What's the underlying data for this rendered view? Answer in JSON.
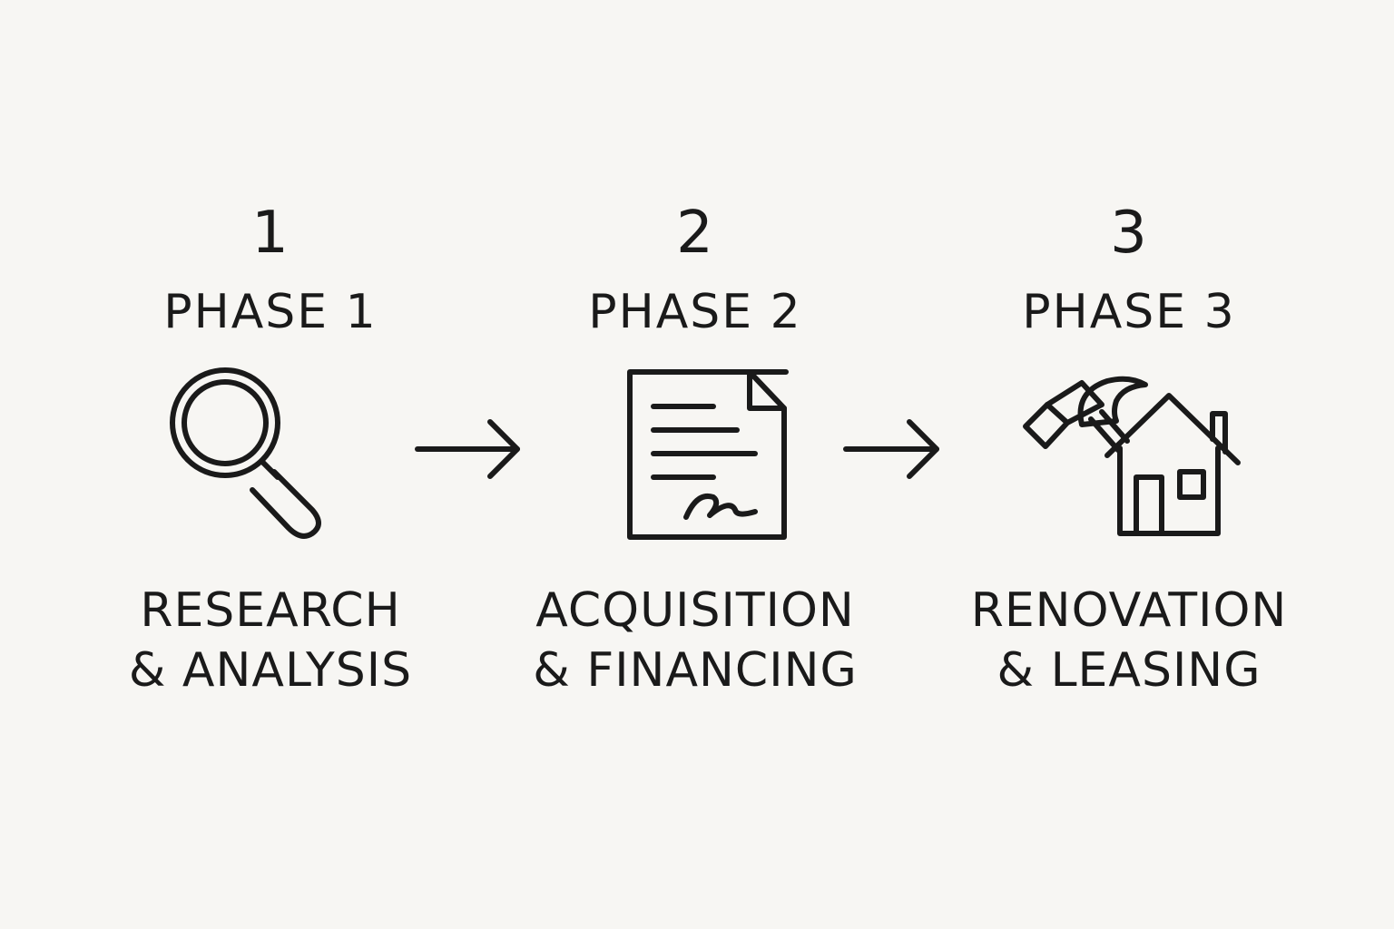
{
  "phases": [
    {
      "number": "1",
      "title": "PHASE 1",
      "icon": "magnifying-glass-icon",
      "caption_line1": "RESEARCH",
      "caption_line2": "& ANALYSIS"
    },
    {
      "number": "2",
      "title": "PHASE 2",
      "icon": "signed-document-icon",
      "caption_line1": "ACQUISITION",
      "caption_line2": "& FINANCING"
    },
    {
      "number": "3",
      "title": "PHASE 3",
      "icon": "hammer-house-icon",
      "caption_line1": "RENOVATION",
      "caption_line2": "& LEASING"
    }
  ],
  "connectors": [
    "arrow-right-icon",
    "arrow-right-icon"
  ],
  "colors": {
    "background": "#f7f6f3",
    "ink": "#1a1a1a"
  }
}
